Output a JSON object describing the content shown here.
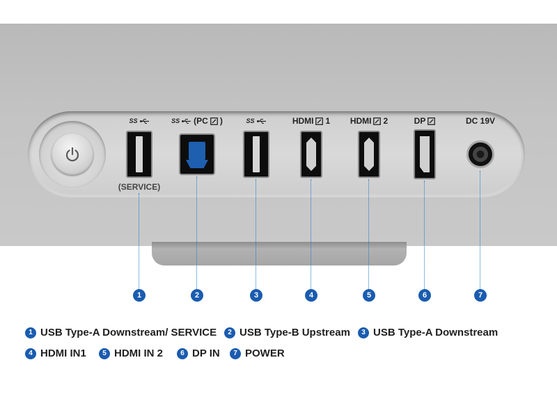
{
  "port_labels": {
    "usb_service": "SS",
    "usb_upstream_ss": "SS",
    "usb_upstream_pc": "(PC",
    "usb_upstream_close": ")",
    "usb_downstream": "SS",
    "hdmi1_prefix": "HDMI",
    "hdmi1_num": "1",
    "hdmi2_prefix": "HDMI",
    "hdmi2_num": "2",
    "dp": "DP",
    "dc": "DC 19V"
  },
  "service_label": "(SERVICE)",
  "callouts": [
    "1",
    "2",
    "3",
    "4",
    "5",
    "6",
    "7"
  ],
  "legend": [
    {
      "num": "1",
      "text": "USB Type-A Downstream/ SERVICE"
    },
    {
      "num": "2",
      "text": "USB Type-B Upstream"
    },
    {
      "num": "3",
      "text": "USB Type-A Downstream"
    },
    {
      "num": "4",
      "text": "HDMI IN1"
    },
    {
      "num": "5",
      "text": "HDMI IN 2"
    },
    {
      "num": "6",
      "text": "DP IN"
    },
    {
      "num": "7",
      "text": "POWER"
    }
  ],
  "colors": {
    "callout_blue": "#1a5cb0",
    "usb_b_blue": "#1f5fb0",
    "panel_gray": "#c4c4c4"
  },
  "icons": [
    "power-icon",
    "usb-icon",
    "external-input-icon"
  ]
}
